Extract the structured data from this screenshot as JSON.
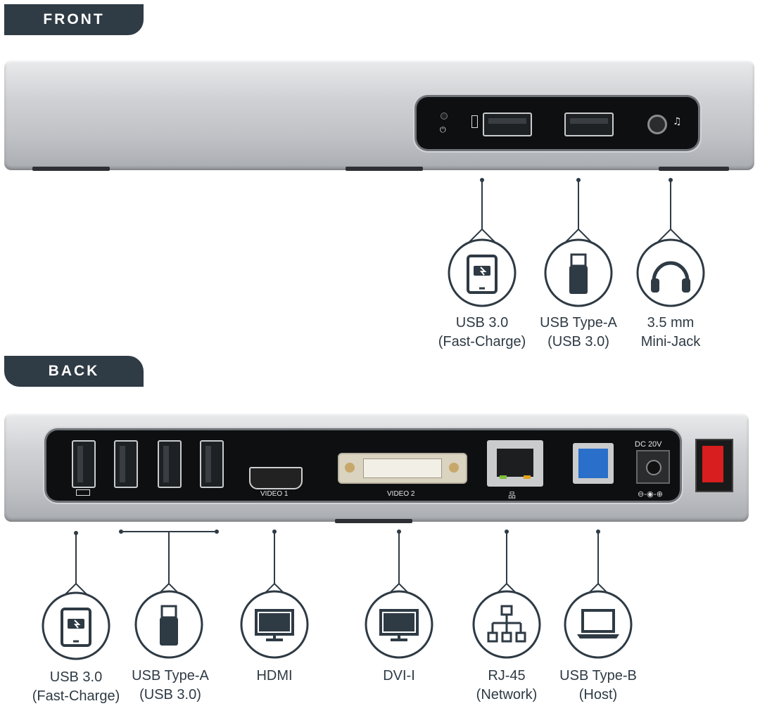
{
  "front": {
    "tab_label": "FRONT",
    "callouts": [
      {
        "line1": "USB 3.0",
        "line2": "(Fast-Charge)",
        "icon": "tablet-charge-icon"
      },
      {
        "line1": "USB Type-A",
        "line2": "(USB 3.0)",
        "icon": "usb-stick-icon"
      },
      {
        "line1": "3.5 mm",
        "line2": "Mini-Jack",
        "icon": "headphones-icon"
      }
    ]
  },
  "back": {
    "tab_label": "BACK",
    "port_labels": {
      "video1": "VIDEO 1",
      "video2": "VIDEO 2",
      "dc": "DC 20V"
    },
    "callouts": [
      {
        "line1": "USB 3.0",
        "line2": "(Fast-Charge)",
        "icon": "tablet-charge-icon"
      },
      {
        "line1": "USB Type-A",
        "line2": "(USB 3.0)",
        "icon": "usb-stick-icon"
      },
      {
        "line1": "HDMI",
        "line2": "",
        "icon": "monitor-icon"
      },
      {
        "line1": "DVI-I",
        "line2": "",
        "icon": "monitor-icon"
      },
      {
        "line1": "RJ-45",
        "line2": "(Network)",
        "icon": "network-icon"
      },
      {
        "line1": "USB Type-B",
        "line2": "(Host)",
        "icon": "laptop-icon"
      }
    ]
  },
  "colors": {
    "tab": "#2f3b45",
    "text": "#2e3a44",
    "usb3_blue": "#2a6fc9",
    "switch_red": "#d81e1e"
  }
}
